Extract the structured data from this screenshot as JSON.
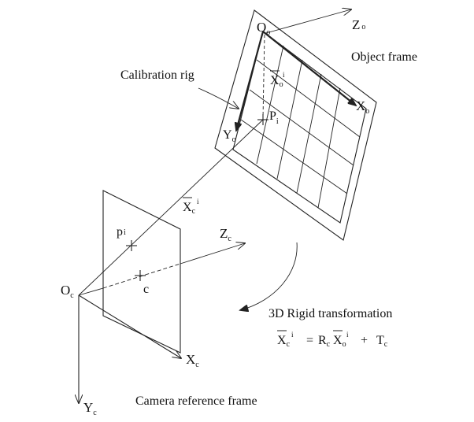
{
  "labels": {
    "object_frame": "Object frame",
    "calibration_rig": "Calibration rig",
    "camera_reference_frame": "Camera reference frame",
    "rigid_transformation": "3D Rigid transformation"
  },
  "axes": {
    "Oo": {
      "main": "O",
      "sub": "o"
    },
    "Zo": {
      "main": "Z",
      "sub": "o"
    },
    "Xo": {
      "main": "X",
      "sub": "o"
    },
    "Yo": {
      "main": "Y",
      "sub": "o"
    },
    "Oc": {
      "main": "O",
      "sub": "c"
    },
    "Zc": {
      "main": "Z",
      "sub": "c"
    },
    "Xc": {
      "main": "X",
      "sub": "c"
    },
    "Yc": {
      "main": "Y",
      "sub": "c"
    }
  },
  "points": {
    "Pi": {
      "main": "P",
      "sub": "i"
    },
    "pi": {
      "main": "p",
      "sub": "i"
    },
    "c": "c"
  },
  "vectors": {
    "Xoi": {
      "main": "X",
      "sub": "o",
      "sup": "i"
    },
    "Xci": {
      "main": "X",
      "sub": "c",
      "sup": "i"
    }
  },
  "equation": {
    "lhs_main": "X",
    "lhs_sub": "c",
    "lhs_sup": "i",
    "eq": "=",
    "R_main": "R",
    "R_sub": "c",
    "X_main": "X",
    "X_sub": "o",
    "X_sup": "i",
    "plus": "+",
    "T_main": "T",
    "T_sub": "c"
  }
}
